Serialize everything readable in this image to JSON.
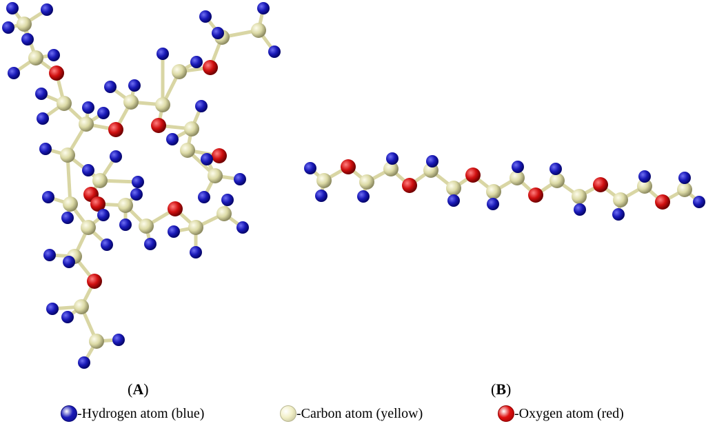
{
  "panels": {
    "a": {
      "open": "(",
      "letter": "A",
      "close": ")"
    },
    "b": {
      "open": "(",
      "letter": "B",
      "close": ")"
    }
  },
  "legend": {
    "hydrogen": {
      "label": "-Hydrogen atom (blue)",
      "color": "#1a1ab8",
      "stroke": "#0a0a7a"
    },
    "carbon": {
      "label": "-Carbon atom (yellow)",
      "color": "#f2f0c8",
      "stroke": "#b8b690"
    },
    "oxygen": {
      "label": "-Oxygen atom (red)",
      "color": "#e01010",
      "stroke": "#900000"
    }
  },
  "atom_colors": {
    "H": {
      "fill": "#1a1ab8",
      "hi": "#6a6af0",
      "edge": "#05056a"
    },
    "C": {
      "fill": "#dcdaa6",
      "hi": "#fbfae6",
      "edge": "#8e8c62"
    },
    "O": {
      "fill": "#d01010",
      "hi": "#ff7070",
      "edge": "#700000"
    }
  },
  "bond_color": "#d9d6a4"
}
